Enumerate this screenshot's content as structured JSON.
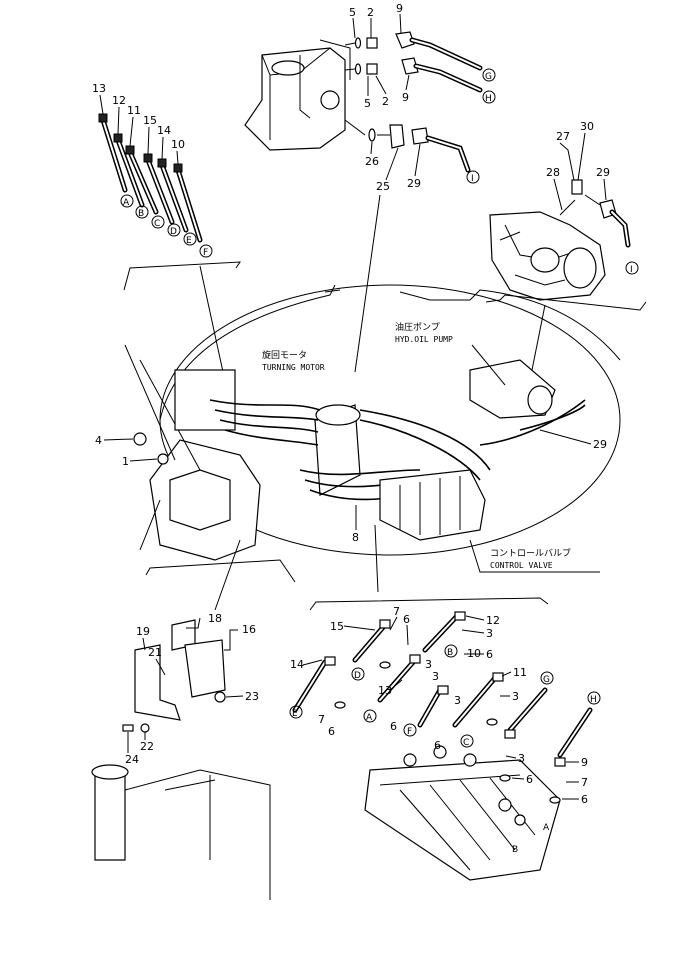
{
  "callouts": {
    "c1": "1",
    "c2a": "2",
    "c2b": "2",
    "c3a": "3",
    "c3b": "3",
    "c3c": "3",
    "c3d": "3",
    "c3e": "3",
    "c3f": "3",
    "c4": "4",
    "c5a": "5",
    "c5b": "5",
    "c6a": "6",
    "c6b": "6",
    "c6c": "6",
    "c6d": "6",
    "c6e": "6",
    "c6f": "6",
    "c6g": "6",
    "c7a": "7",
    "c7b": "7",
    "c7c": "7",
    "c8": "8",
    "c9a": "9",
    "c9b": "9",
    "c9c": "9",
    "c9d": "9",
    "c10a": "10",
    "c10b": "10",
    "c11a": "11",
    "c11b": "11",
    "c12a": "12",
    "c12b": "12",
    "c13a": "13",
    "c13b": "13",
    "c14a": "14",
    "c14b": "14",
    "c15a": "15",
    "c15b": "15",
    "c16": "16",
    "c18": "18",
    "c19": "19",
    "c21": "21",
    "c22": "22",
    "c23": "23",
    "c24": "24",
    "c25": "25",
    "c26": "26",
    "c27": "27",
    "c28": "28",
    "c29a": "29",
    "c29b": "29",
    "c29c": "29",
    "c30": "30"
  },
  "markers": {
    "A1": "A",
    "B1": "B",
    "C1": "C",
    "D1": "D",
    "E1": "E",
    "F1": "F",
    "G1": "G",
    "H1": "H",
    "I1": "I",
    "I2": "I",
    "A2": "A",
    "B2": "B",
    "C2": "C",
    "D2": "D",
    "E2": "E",
    "F2": "F",
    "G2": "G",
    "H2": "H"
  },
  "labels": {
    "turning_motor_jp": "旋回モータ",
    "turning_motor_en": "TURNING MOTOR",
    "hyd_pump_jp": "油圧ポンプ",
    "hyd_pump_en": "HYD.OIL PUMP",
    "control_valve_jp": "コントロールバルブ",
    "control_valve_en": "CONTROL VALVE",
    "valve_mark_a": "A",
    "valve_mark_b": "B"
  }
}
